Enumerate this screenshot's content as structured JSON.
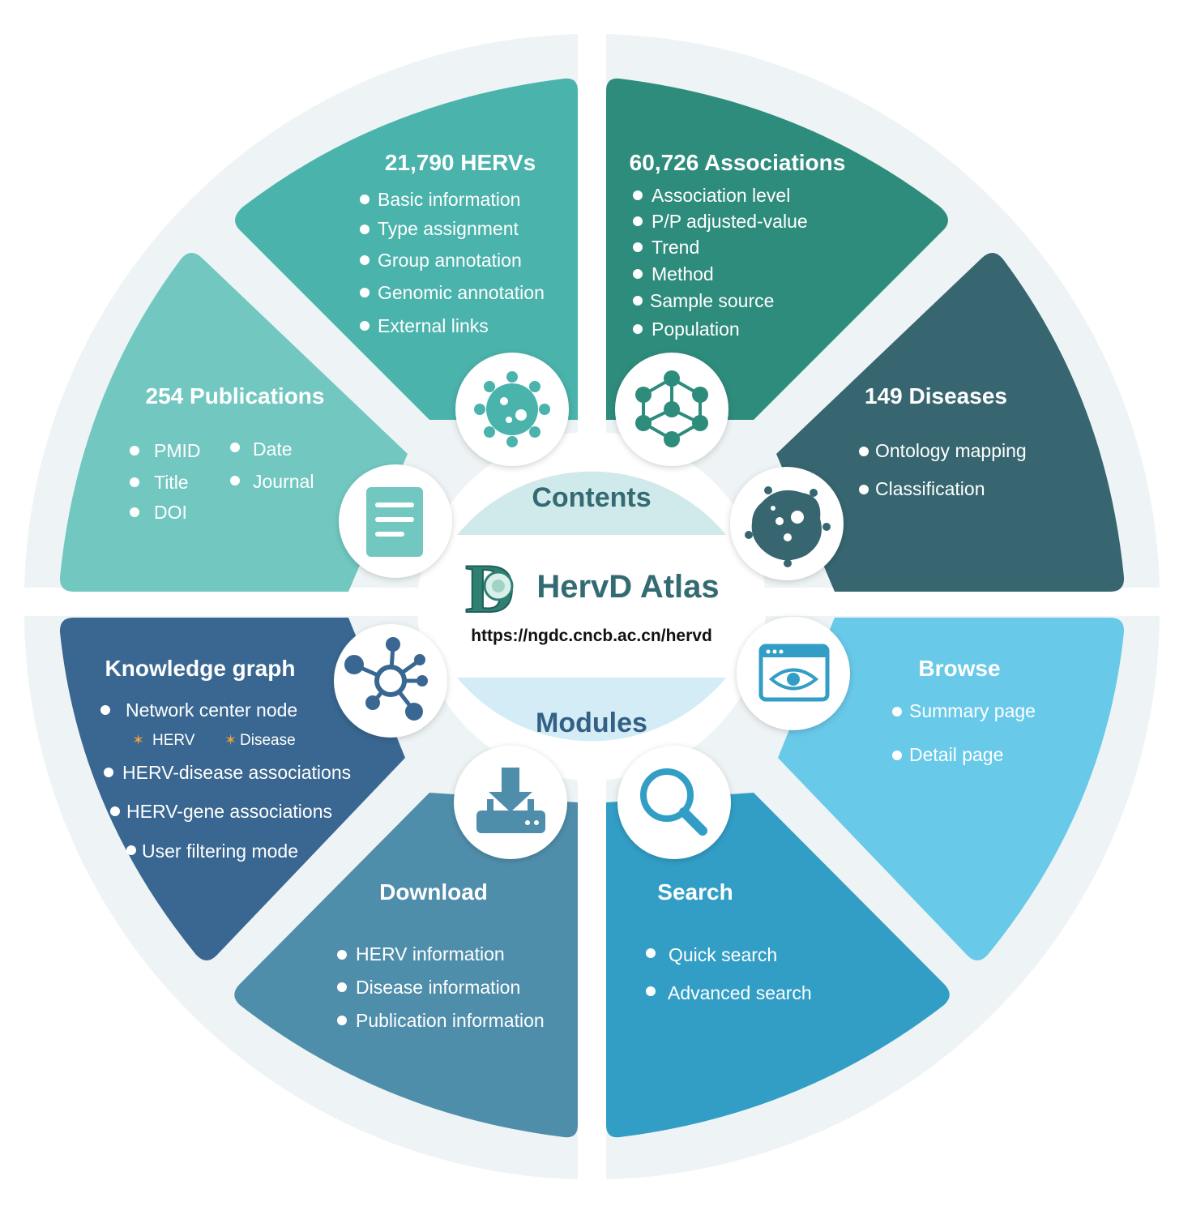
{
  "colors": {
    "herv": "#4ab3ab",
    "assoc": "#2e8c7c",
    "diseases": "#376670",
    "publications": "#72c8c1",
    "knowledge": "#396791",
    "download": "#4f8eab",
    "search": "#329ec6",
    "browse": "#69c9e9",
    "ring": "#eef4f5",
    "contents_band": "#d0e9eb",
    "modules_band": "#d3ecf5",
    "center_title": "#336b72",
    "modules_title": "#336085",
    "star": "#e8a03c"
  },
  "center": {
    "contents_label": "Contents",
    "modules_label": "Modules",
    "logo_letter": "D",
    "title": "HervD Atlas",
    "url": "https://ngdc.cncb.ac.cn/hervd"
  },
  "sections": {
    "hervs": {
      "title": "21,790 HERVs",
      "icon": "virus-icon",
      "items": [
        "Basic information",
        "Type assignment",
        "Group annotation",
        "Genomic annotation",
        "External links"
      ]
    },
    "associations": {
      "title": "60,726 Associations",
      "icon": "molecule-network-icon",
      "items": [
        "Association level",
        "P/P adjusted-value",
        "Trend",
        "Method",
        "Sample source",
        "Population"
      ]
    },
    "diseases": {
      "title": "149 Diseases",
      "icon": "cell-icon",
      "items": [
        "Ontology mapping",
        "Classification"
      ]
    },
    "publications": {
      "title": "254 Publications",
      "icon": "document-icon",
      "items": [
        "PMID",
        "Title",
        "DOI",
        "Date",
        "Journal"
      ]
    },
    "knowledge": {
      "title": "Knowledge graph",
      "icon": "hub-network-icon",
      "items": [
        "Network center node",
        "HERV-disease associations",
        "HERV-gene associations",
        "User filtering mode"
      ],
      "sub_items": [
        "HERV",
        "Disease"
      ]
    },
    "browse": {
      "title": "Browse",
      "icon": "eye-window-icon",
      "items": [
        "Summary page",
        "Detail page"
      ]
    },
    "download": {
      "title": "Download",
      "icon": "download-icon",
      "items": [
        "HERV information",
        "Disease information",
        "Publication information"
      ]
    },
    "search": {
      "title": "Search",
      "icon": "search-icon",
      "items": [
        "Quick search",
        "Advanced search"
      ]
    }
  }
}
